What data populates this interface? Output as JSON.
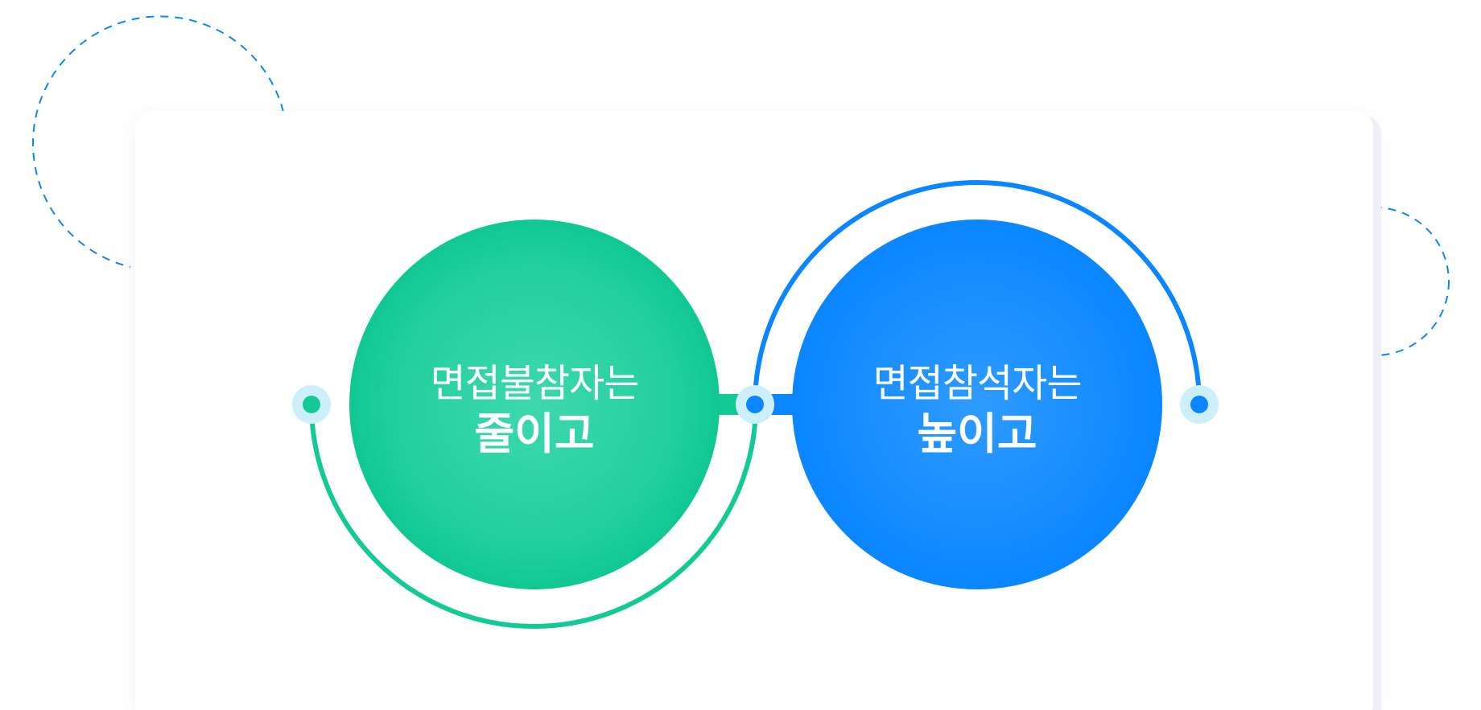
{
  "colors": {
    "green": "#13C995",
    "blue": "#0A86FF",
    "dot_halo": "#CDEFFA",
    "card_shadow": "#EEEFF8"
  },
  "left_circle": {
    "sub_text": "면접불참자는",
    "main_text": "줄이고"
  },
  "right_circle": {
    "sub_text": "면접참석자는",
    "main_text": "높이고"
  }
}
